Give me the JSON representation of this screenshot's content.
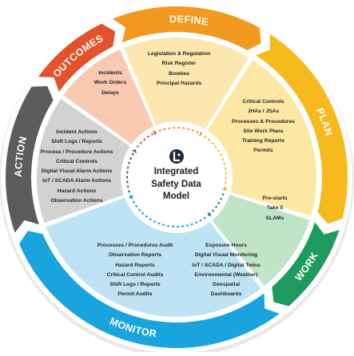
{
  "center": {
    "title_lines": [
      "Integrated",
      "Safety Data",
      "Model"
    ]
  },
  "sections": {
    "define": {
      "label": "DEFINE",
      "items": [
        "Legislation & Regulation",
        "Risk Register",
        "Bowties",
        "Principal Hazards"
      ]
    },
    "plan": {
      "label": "PLAN",
      "items": [
        "Critical Controls",
        "JHAs / JSAs",
        "Processes & Procedures",
        "Site Work Plans",
        "Training Reports",
        "Permits"
      ]
    },
    "work": {
      "label": "WORK",
      "items": [
        "Pre-starts",
        "Take 5",
        "SLAMs"
      ]
    },
    "monitor": {
      "label": "MONITOR",
      "items_left": [
        "Processes / Procedures Audit",
        "Observation Reports",
        "Hazard Reports",
        "Critical Control Audits",
        "Shift Logs / Reports",
        "Permit Audits"
      ],
      "items_right": [
        "Exposure Hours",
        "Digital Visual Monitoring",
        "IoT / SCADA / Digital Twins",
        "Environmental (Weather)",
        "Geospatial",
        "Dashboards"
      ]
    },
    "action": {
      "label": "ACTION",
      "items": [
        "Incident Actions",
        "Shift Logs / Reports",
        "Process / Procedure Actions",
        "Critical Controls",
        "Digital Visual Alarm Actions",
        "IoT / SCADA Alarm Actions",
        "Hazard Actions",
        "Observation Actions"
      ]
    },
    "outcomes": {
      "label": "OUTCOMES",
      "items": [
        "Incidents",
        "Work Orders",
        "Delays"
      ]
    }
  },
  "colors": {
    "define": "#f29a1f",
    "plan": "#f6b91e",
    "work": "#1e9a5f",
    "monitor": "#1aa4dd",
    "action": "#5c5c5c",
    "outcomes": "#e2522b",
    "define_fill": "#fde7b0",
    "plan_fill": "#fde8a3",
    "work_fill": "#bfe4c7",
    "monitor_fill": "#bde3f5",
    "action_fill": "#d2d2d2",
    "outcomes_fill": "#f9c9b2",
    "logo_bg": "#1d2a3a"
  },
  "icons": {
    "center_logo": "logo-icon"
  }
}
